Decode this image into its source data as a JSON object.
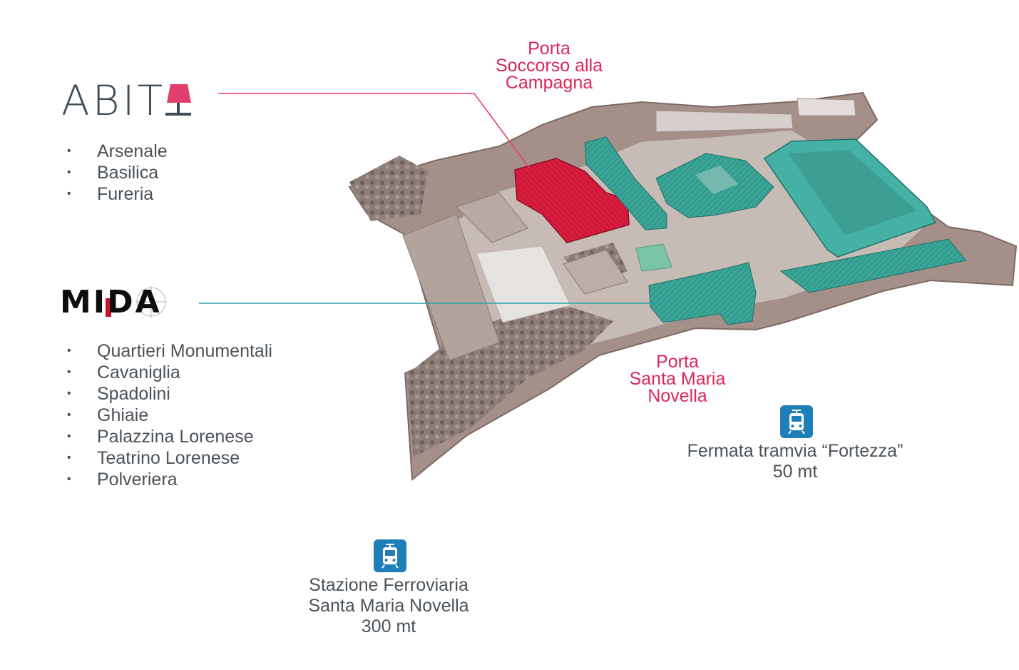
{
  "colors": {
    "abita_accent": "#e23e6d",
    "mida_accent": "#2aa1a8",
    "gate_text": "#d8275a",
    "list_text": "#4b5258",
    "transit_icon_bg": "#1e7fb8",
    "fortress_wall": "#a59089",
    "highlight_red": "#d91c3d",
    "highlight_teal": "#2a9e8e"
  },
  "abita": {
    "logo_text": "ABIT",
    "logo_icon": "lamp-icon",
    "items": [
      "Arsenale",
      "Basilica",
      "Fureria"
    ]
  },
  "mida": {
    "logo_text": "MIDA",
    "items": [
      "Quartieri Monumentali",
      "Cavaniglia",
      "Spadolini",
      "Ghiaie",
      "Palazzina Lorenese",
      "Teatrino Lorenese",
      "Polveriera"
    ]
  },
  "gates": {
    "campagna": [
      "Porta",
      "Soccorso alla",
      "Campagna"
    ],
    "novella": [
      "Porta",
      "Santa Maria",
      "Novella"
    ]
  },
  "transit": {
    "tram": {
      "icon": "tram-icon",
      "line1": "Fermata tramvia “Fortezza”",
      "line2": "50 mt"
    },
    "train": {
      "icon": "train-icon",
      "line1": "Stazione Ferroviaria",
      "line2": "Santa Maria Novella",
      "line3": "300 mt"
    }
  }
}
